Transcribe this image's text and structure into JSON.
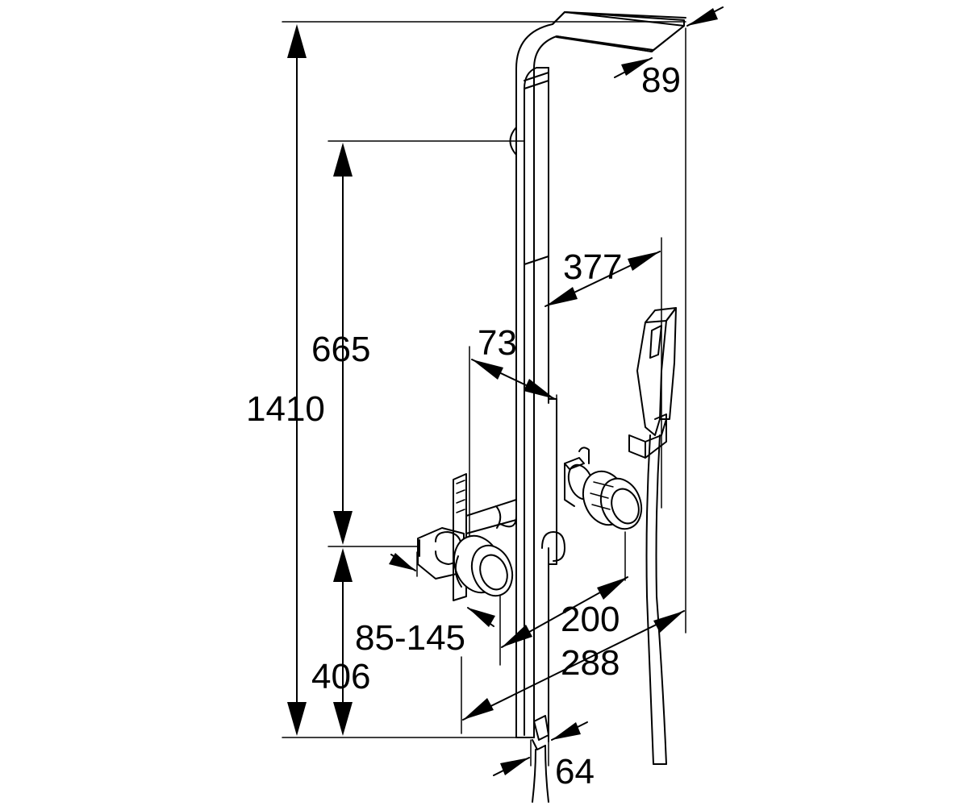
{
  "dimensions": {
    "overall_height": "1410",
    "bar_length": "665",
    "outlet_height": "406",
    "depth_head": "89",
    "hand_shower_depth": "377",
    "bar_offset": "73",
    "inlet_spacing": "85-145",
    "valve_depth": "200",
    "wall_depth": "288",
    "bar_width": "64"
  },
  "colors": {
    "line": "#000000",
    "background": "#ffffff"
  }
}
